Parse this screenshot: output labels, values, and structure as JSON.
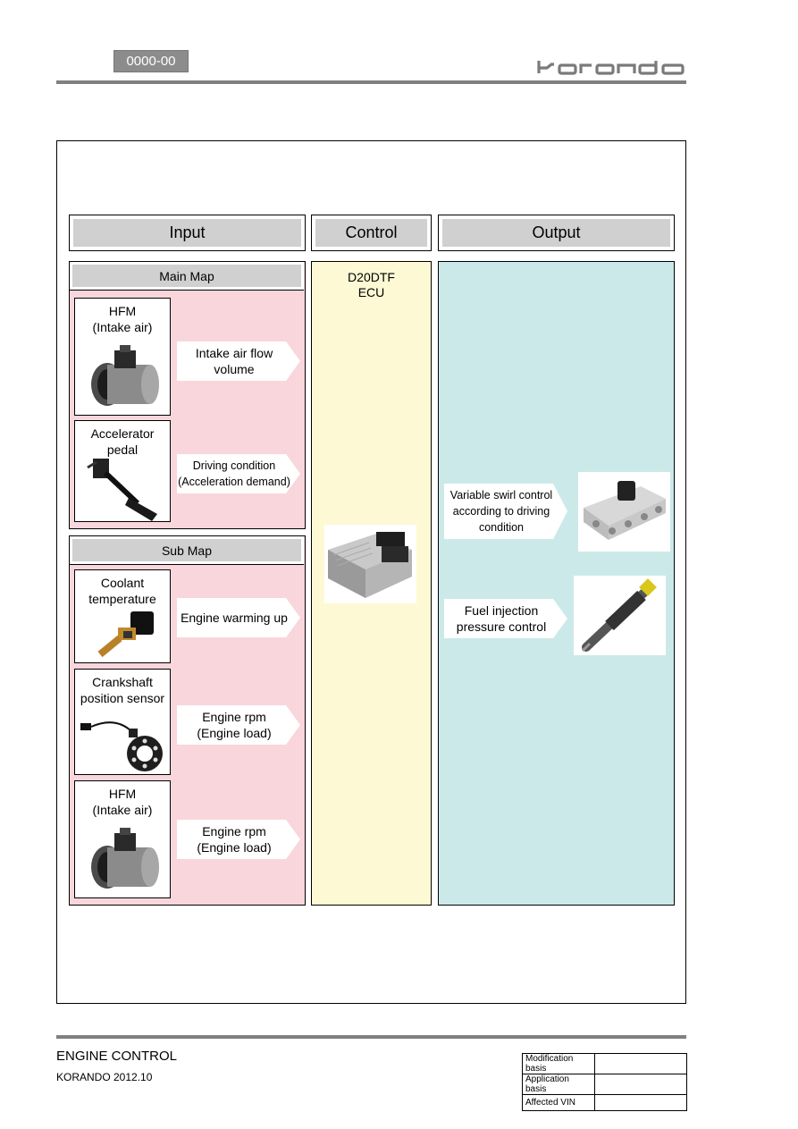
{
  "header": {
    "code": "0000-00",
    "logo_text": "korando"
  },
  "columns": {
    "input": "Input",
    "control": "Control",
    "output": "Output"
  },
  "input": {
    "main_map": {
      "title": "Main Map",
      "items": [
        {
          "component": "HFM\n(Intake air)",
          "signal": "Intake air flow\nvolume"
        },
        {
          "component": "Accelerator\npedal",
          "signal": "Driving condition\n(Acceleration demand)"
        }
      ]
    },
    "sub_map": {
      "title": "Sub Map",
      "items": [
        {
          "component": "Coolant\ntemperature",
          "signal": "Engine warming up"
        },
        {
          "component": "Crankshaft\nposition sensor",
          "signal": "Engine rpm\n(Engine load)"
        },
        {
          "component": "HFM\n(Intake air)",
          "signal": "Engine rpm\n(Engine load)"
        }
      ]
    }
  },
  "control": {
    "ecu_label": "D20DTF\nECU"
  },
  "output": {
    "items": [
      {
        "action": "Variable swirl control\naccording to driving\ncondition"
      },
      {
        "action": "Fuel injection\npressure control"
      }
    ]
  },
  "footer": {
    "title": "ENGINE CONTROL",
    "subtitle": "KORANDO 2012.10",
    "table": [
      {
        "label": "Modification basis",
        "value": ""
      },
      {
        "label": "Application basis",
        "value": ""
      },
      {
        "label": "Affected VIN",
        "value": ""
      }
    ]
  }
}
